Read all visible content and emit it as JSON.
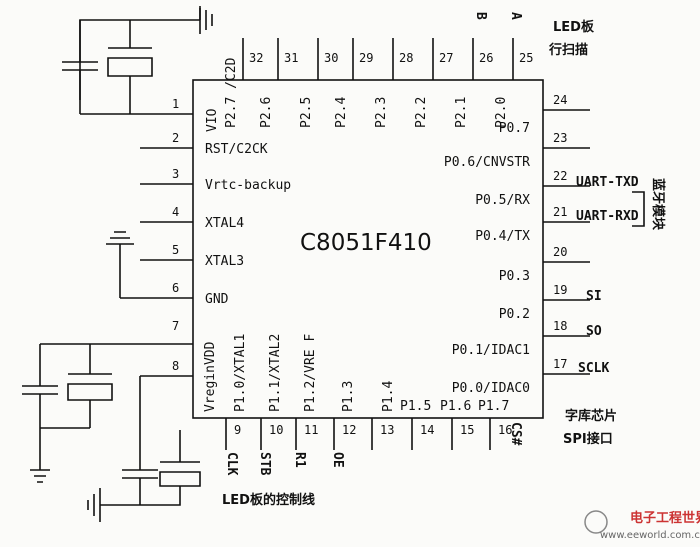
{
  "chip": {
    "name": "C8051F410"
  },
  "pins_left": [
    {
      "n": "1",
      "label": "VIO"
    },
    {
      "n": "2",
      "label": "RST/C2CK"
    },
    {
      "n": "3",
      "label": "Vrtc-backup"
    },
    {
      "n": "4",
      "label": "XTAL4"
    },
    {
      "n": "5",
      "label": "XTAL3"
    },
    {
      "n": "6",
      "label": "GND"
    },
    {
      "n": "7",
      "label": "VreginVDD"
    },
    {
      "n": "8",
      "label": "Vregin"
    }
  ],
  "pins_right": [
    {
      "n": "24",
      "label": "P0.7"
    },
    {
      "n": "23",
      "label": "P0.6/CNVSTR"
    },
    {
      "n": "22",
      "label": "P0.5/RX"
    },
    {
      "n": "21",
      "label": "P0.4/TX"
    },
    {
      "n": "20",
      "label": "P0.3"
    },
    {
      "n": "19",
      "label": "P0.2"
    },
    {
      "n": "18",
      "label": "P0.1/IDAC1"
    },
    {
      "n": "17",
      "label": "P0.0/IDAC0"
    }
  ],
  "pins_top": [
    {
      "n": "32",
      "label": "P2.7 /C2D"
    },
    {
      "n": "31",
      "label": "P2.6"
    },
    {
      "n": "30",
      "label": "P2.5"
    },
    {
      "n": "29",
      "label": "P2.4"
    },
    {
      "n": "28",
      "label": "P2.3"
    },
    {
      "n": "27",
      "label": "P2.2"
    },
    {
      "n": "26",
      "label": "P2.1"
    },
    {
      "n": "25",
      "label": "P2.0"
    }
  ],
  "pins_bottom": [
    {
      "n": "9",
      "label": "P1.0/XTAL1"
    },
    {
      "n": "10",
      "label": "P1.1/XTAL2"
    },
    {
      "n": "11",
      "label": "P1.2/VRE F"
    },
    {
      "n": "12",
      "label": "P1.3"
    },
    {
      "n": "13",
      "label": "P1.4"
    },
    {
      "n": "14",
      "label": "P1.5"
    },
    {
      "n": "15",
      "label": "P1.6"
    },
    {
      "n": "16",
      "label": "P1.7"
    }
  ],
  "nets": {
    "uart_txd": "UART-TXD",
    "uart_rxd": "UART-RXD",
    "si": "SI",
    "so": "SO",
    "sclk": "SCLK",
    "a": "A",
    "b": "B",
    "clk": "CLK",
    "stb": "STB",
    "r1": "R1",
    "oe": "OE",
    "cs": "CS#"
  },
  "notes": {
    "led_scan_l1": "LED板",
    "led_scan_l2": "行扫描",
    "bluetooth": "蓝牙模块",
    "font_chip_l1": "字库芯片",
    "font_chip_l2": "SPI接口",
    "led_ctrl": "LED板的控制线"
  },
  "watermark": {
    "brand": "电子工程世界",
    "url": "www.eeworld.com.cn"
  }
}
